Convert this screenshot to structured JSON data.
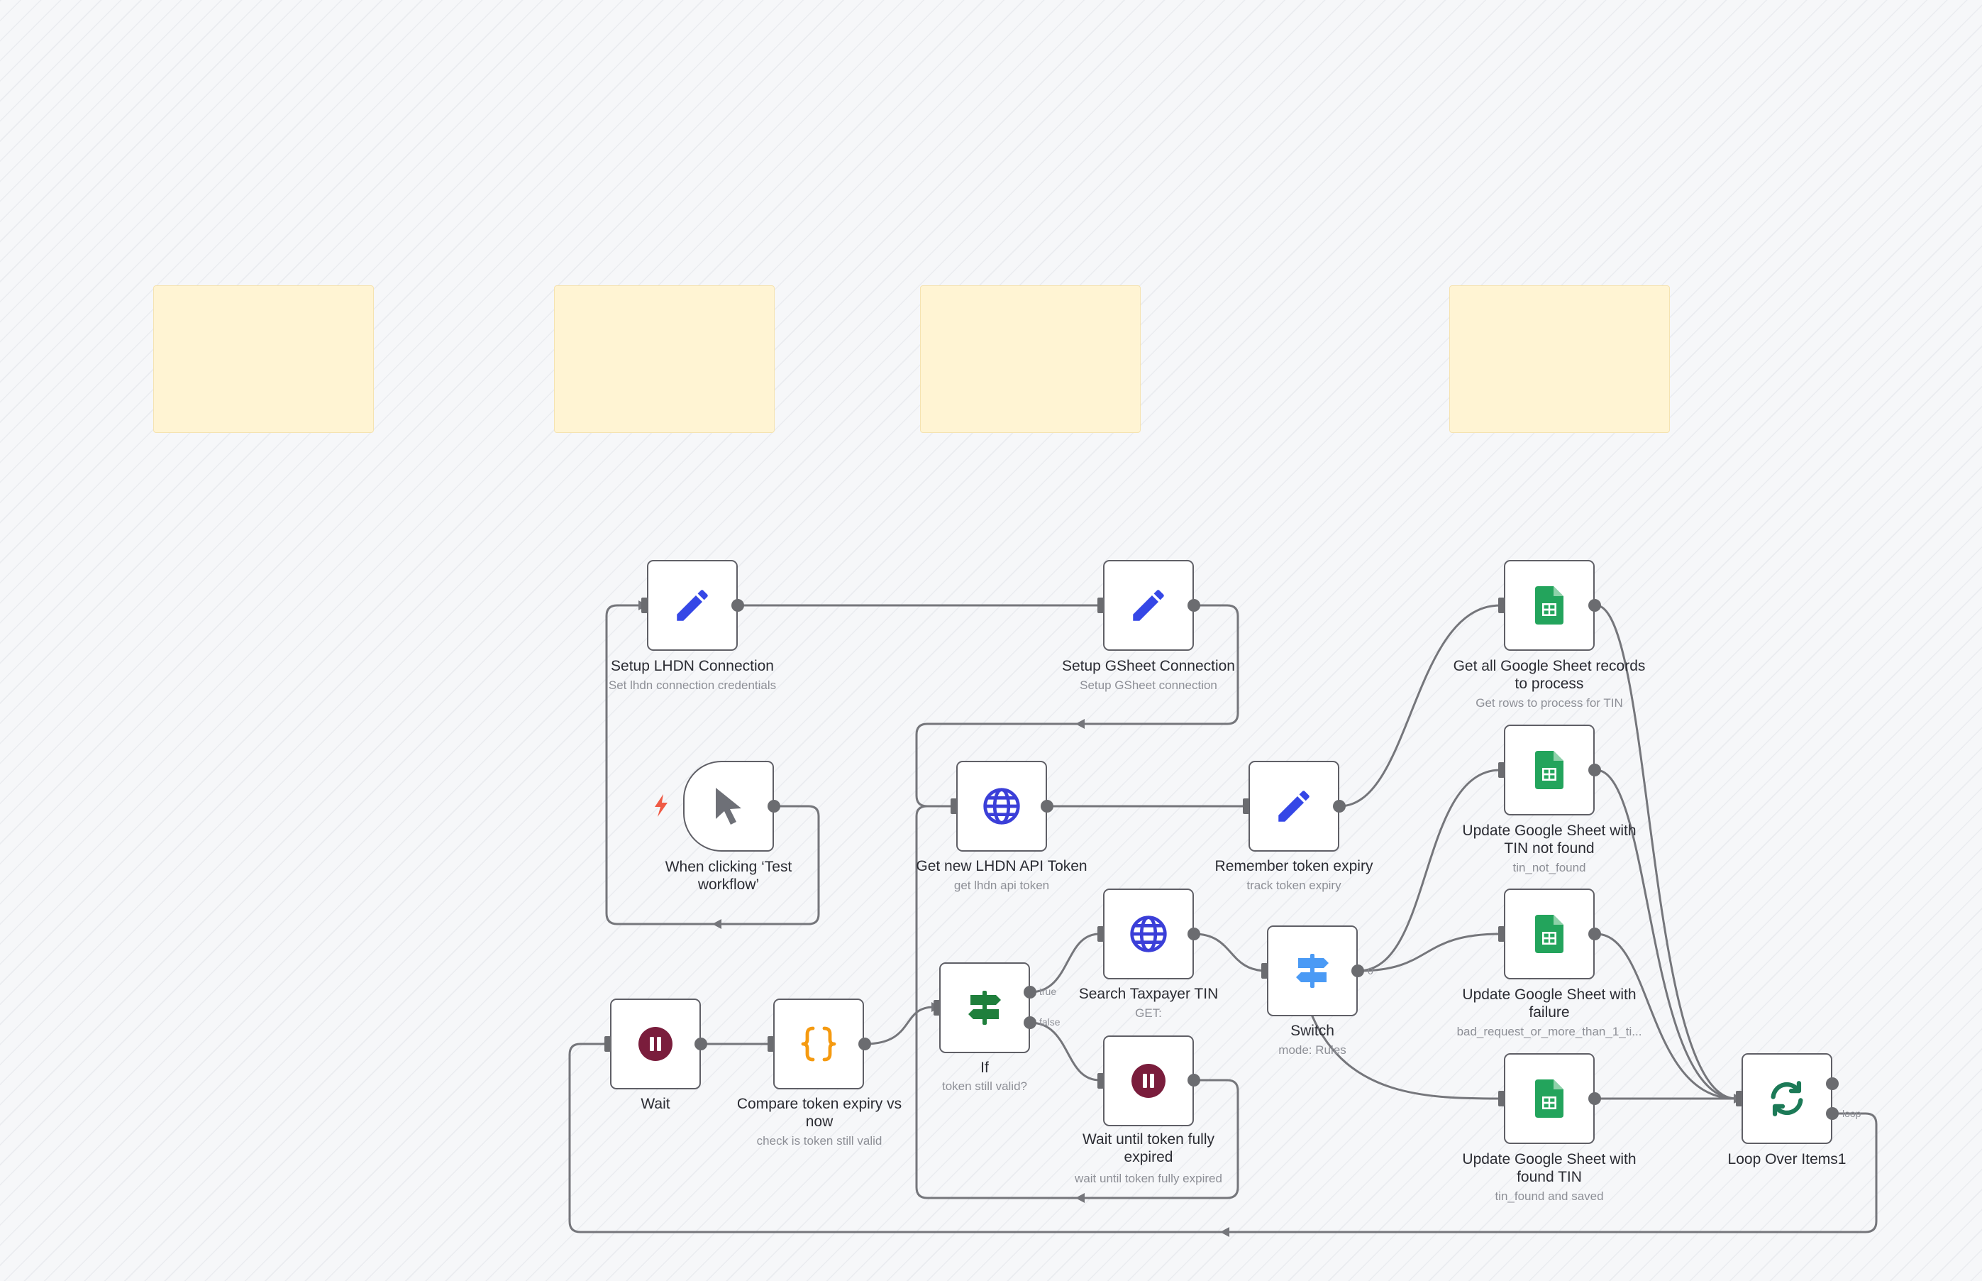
{
  "canvas": {
    "background": "#f6f7f9"
  },
  "colors": {
    "edge": "#75767b",
    "node_border": "#5f5f66",
    "sticky_fill": "#fff4d3",
    "pencil": "#3547e6",
    "globe": "#3b3fd8",
    "sheets": "#23a45c",
    "wait": "#7a1d3c",
    "code": "#f59a10",
    "if_icon": "#1f7f3c",
    "switch_icon": "#4a9af5",
    "loop": "#1c7a57",
    "trigger_bolt": "#ef5a45"
  },
  "nodes": {
    "setup_lhdn": {
      "title": "Setup LHDN Connection",
      "subtitle": "Set lhdn connection credentials",
      "icon": "pencil-icon"
    },
    "setup_gsheet": {
      "title": "Setup GSheet Connection",
      "subtitle": "Setup GSheet connection",
      "icon": "pencil-icon"
    },
    "trigger": {
      "title": "When clicking ‘Test workflow’",
      "icon": "cursor-icon"
    },
    "get_token": {
      "title": "Get new LHDN API Token",
      "subtitle": "get lhdn api token",
      "icon": "globe-icon"
    },
    "remember_token": {
      "title": "Remember token expiry",
      "subtitle": "track token expiry",
      "icon": "pencil-icon"
    },
    "get_all_sheet": {
      "title": "Get all Google Sheet records to process",
      "subtitle": "Get rows to process for TIN",
      "icon": "google-sheets-icon"
    },
    "update_not_found": {
      "title": "Update Google Sheet with TIN not found",
      "subtitle": "tin_not_found",
      "icon": "google-sheets-icon"
    },
    "update_failure": {
      "title": "Update Google Sheet with failure",
      "subtitle": "bad_request_or_more_than_1_ti...",
      "icon": "google-sheets-icon"
    },
    "update_found": {
      "title": "Update Google Sheet with found TIN",
      "subtitle": "tin_found and saved",
      "icon": "google-sheets-icon"
    },
    "search_tin": {
      "title": "Search Taxpayer TIN",
      "subtitle": "GET:",
      "icon": "globe-icon"
    },
    "switch": {
      "title": "Switch",
      "subtitle": "mode: Rules",
      "icon": "signpost-icon",
      "out0": "0"
    },
    "if_node": {
      "title": "If",
      "subtitle": "token still valid?",
      "icon": "signpost-icon",
      "true_label": "true",
      "false_label": "false"
    },
    "wait": {
      "title": "Wait",
      "icon": "pause-icon"
    },
    "compare": {
      "title": "Compare token expiry vs now",
      "subtitle": "check is token still valid",
      "icon": "code-braces-icon"
    },
    "wait_expired": {
      "title": "Wait until token fully expired",
      "subtitle": "wait until token fully expired",
      "icon": "pause-icon"
    },
    "loop": {
      "title": "Loop Over Items1",
      "icon": "loop-icon",
      "loop_label": "loop"
    }
  }
}
